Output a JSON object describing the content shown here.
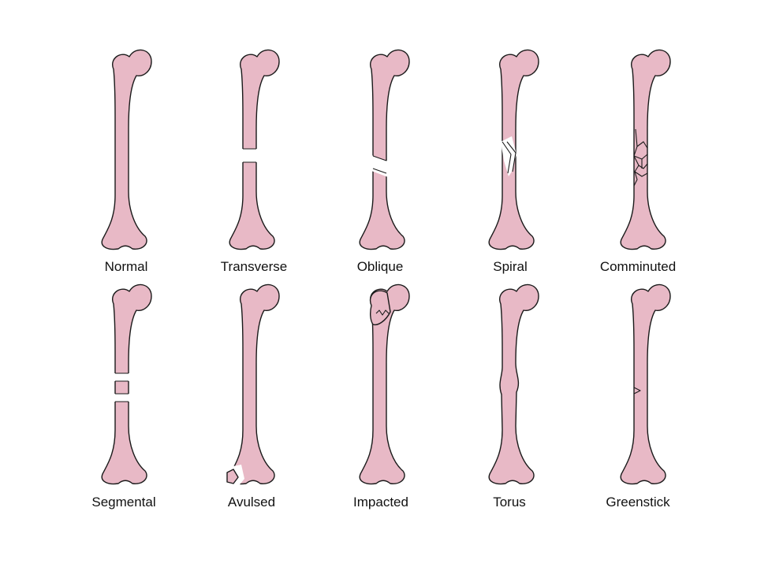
{
  "colors": {
    "bone_fill": "#e8b9c6",
    "outline": "#1a1a1a",
    "background": "#ffffff"
  },
  "fractures": [
    {
      "key": "normal",
      "label": "Normal"
    },
    {
      "key": "transverse",
      "label": "Transverse"
    },
    {
      "key": "oblique",
      "label": "Oblique"
    },
    {
      "key": "spiral",
      "label": "Spiral"
    },
    {
      "key": "comminuted",
      "label": "Comminuted"
    },
    {
      "key": "segmental",
      "label": "Segmental"
    },
    {
      "key": "avulsed",
      "label": "Avulsed"
    },
    {
      "key": "impacted",
      "label": "Impacted"
    },
    {
      "key": "torus",
      "label": "Torus"
    },
    {
      "key": "greenstick",
      "label": "Greenstick"
    }
  ]
}
